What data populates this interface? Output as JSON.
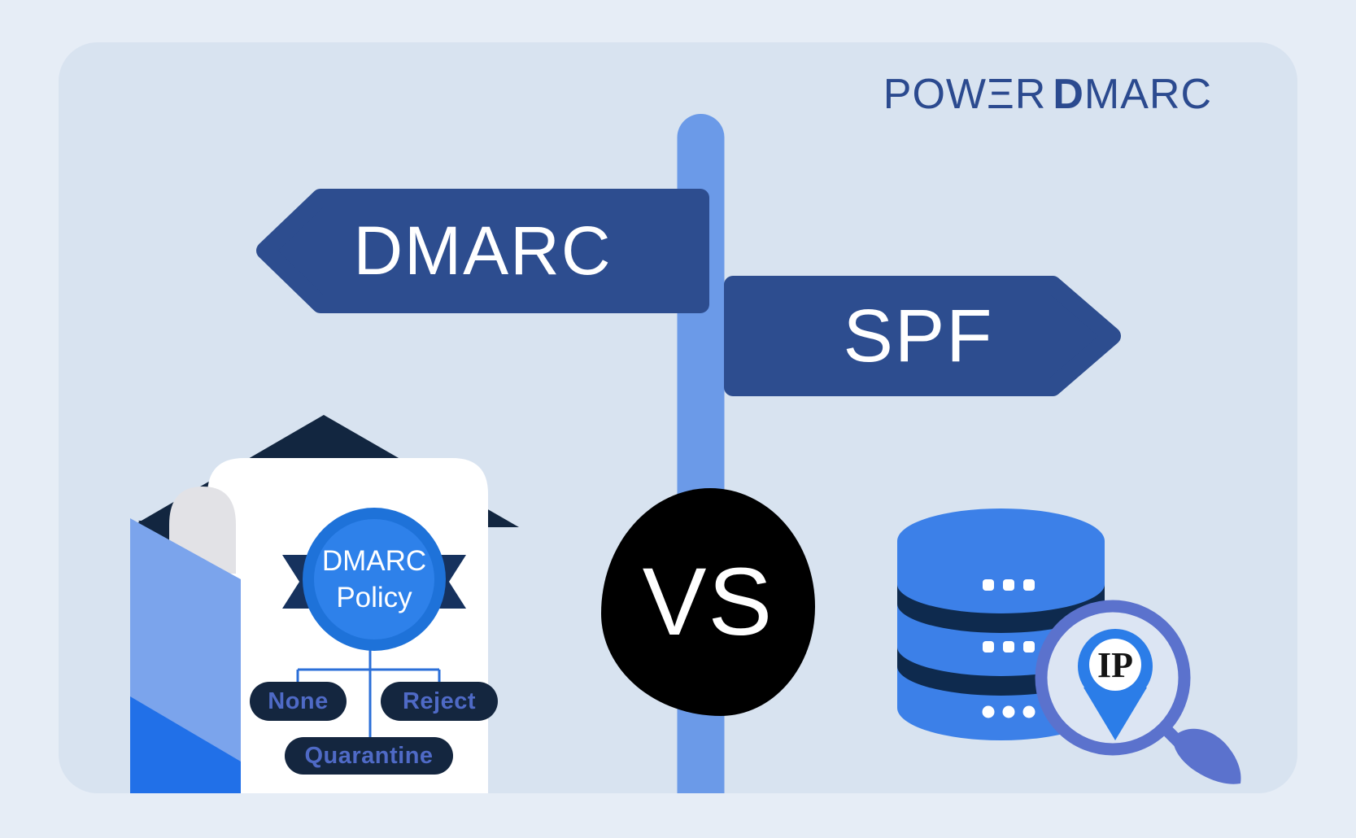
{
  "brand": {
    "name_light": "POWΞR",
    "name_bold": "D",
    "name_rest": "MARC"
  },
  "signpost": {
    "left_sign_label": "DMARC",
    "right_sign_label": "SPF"
  },
  "comparison": {
    "vs_label": "VS"
  },
  "email_policy": {
    "badge_line1": "DMARC",
    "badge_line2": "Policy",
    "options": [
      "None",
      "Reject",
      "Quarantine"
    ]
  },
  "ip_lookup": {
    "pin_label": "IP"
  },
  "colors": {
    "outer_background": "#e6edf6",
    "card_background": "#d8e3f0",
    "sign_navy": "#2d4d8f",
    "pole_blue": "#6b9ae8",
    "logo_navy": "#2b4a8f",
    "vs_black": "#000000",
    "envelope_navy": "#122640",
    "envelope_side_blue": "#7ba4ec",
    "envelope_bottom_blue": "#2170e8",
    "paper_white": "#ffffff",
    "page_curl_gray": "#e2e2e6",
    "badge_ring_blue": "#1e72d9",
    "badge_fill_blue": "#2e81ea",
    "ribbon_navy": "#16325e",
    "pill_background": "#14263f",
    "pill_text": "#4f6ac6",
    "connector_blue": "#2b6fd8",
    "database_blue": "#3c80e8",
    "database_band_navy": "#0e2a4e",
    "magnifier_purple": "#5b72cd",
    "pin_blue": "#2b7de8"
  }
}
